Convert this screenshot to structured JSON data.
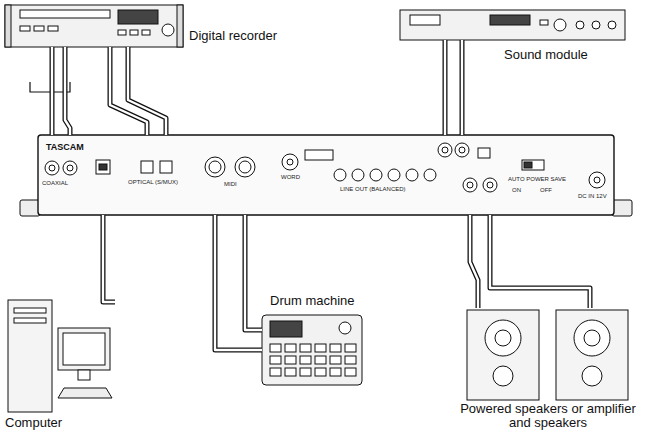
{
  "diagram": {
    "nodes": [
      {
        "text": [
          "Digital recorder"
        ]
      },
      {
        "text": [
          "Sound module"
        ]
      },
      {
        "text": [
          "TASCAM"
        ]
      },
      {
        "text": [
          "Computer"
        ]
      },
      {
        "text": [
          "Drum machine"
        ]
      },
      {
        "text": [
          "Powered speakers or amplifier and speakers"
        ]
      }
    ],
    "edges": [
      {
        "from": 0,
        "to": 2,
        "arrow": "none"
      },
      {
        "from": 0,
        "to": 2,
        "arrow": "none"
      },
      {
        "from": 0,
        "to": 2,
        "arrow": "none"
      },
      {
        "from": 0,
        "to": 2,
        "arrow": "none"
      },
      {
        "from": 1,
        "to": 2,
        "arrow": "none"
      },
      {
        "from": 1,
        "to": 2,
        "arrow": "none"
      },
      {
        "from": 3,
        "to": 2,
        "arrow": "none"
      },
      {
        "from": 4,
        "to": 2,
        "arrow": "none"
      },
      {
        "from": 4,
        "to": 2,
        "arrow": "none"
      },
      {
        "from": 2,
        "to": 5,
        "arrow": "none"
      },
      {
        "from": 2,
        "to": 5,
        "arrow": "none"
      }
    ],
    "labels": [
      "COAXIAL",
      "OPTICAL (S/MUX)",
      "MIDI",
      "WORD",
      "LINE OUT (BALANCED)",
      "AUTO POWER SAVE",
      "ON",
      "OFF",
      "DC IN 12V"
    ]
  }
}
